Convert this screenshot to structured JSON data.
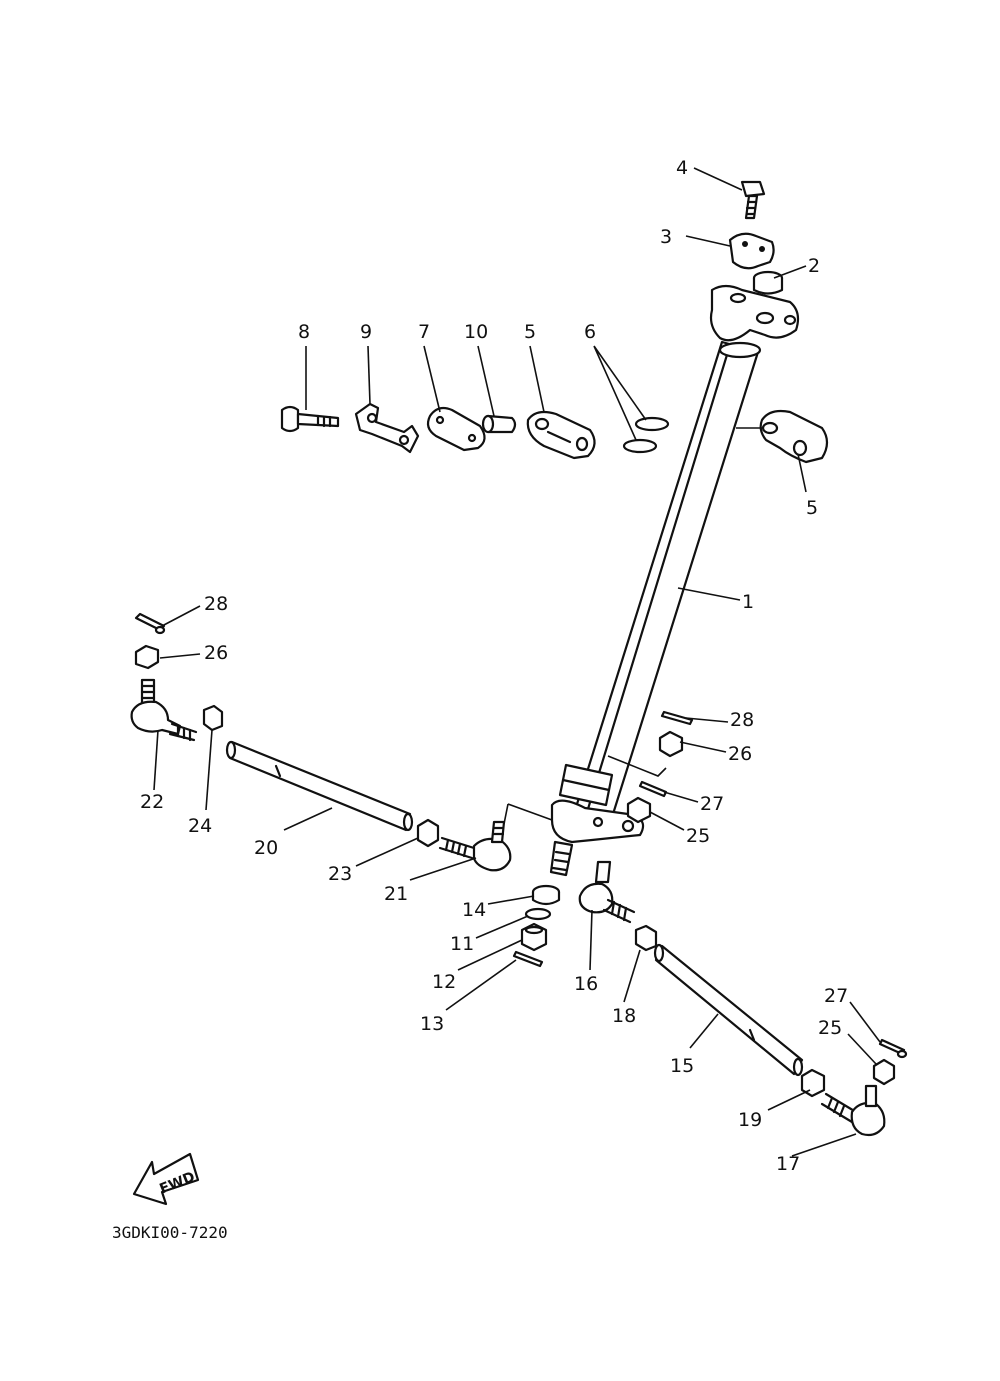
{
  "diagram": {
    "callouts": {
      "c1": "1",
      "c2": "2",
      "c3": "3",
      "c4": "4",
      "c5a": "5",
      "c5b": "5",
      "c6": "6",
      "c7": "7",
      "c8": "8",
      "c9": "9",
      "c10": "10",
      "c11": "11",
      "c12": "12",
      "c13": "13",
      "c14": "14",
      "c15": "15",
      "c16": "16",
      "c17": "17",
      "c18": "18",
      "c19": "19",
      "c20": "20",
      "c21": "21",
      "c22": "22",
      "c23": "23",
      "c24": "24",
      "c25a": "25",
      "c25b": "25",
      "c26a": "26",
      "c26b": "26",
      "c27a": "27",
      "c27b": "27",
      "c28a": "28",
      "c28b": "28"
    },
    "fwd_label": "FWD",
    "catalog_code": "3GDKI00-7220"
  },
  "colors": {
    "line": "#111111",
    "background": "#ffffff"
  }
}
